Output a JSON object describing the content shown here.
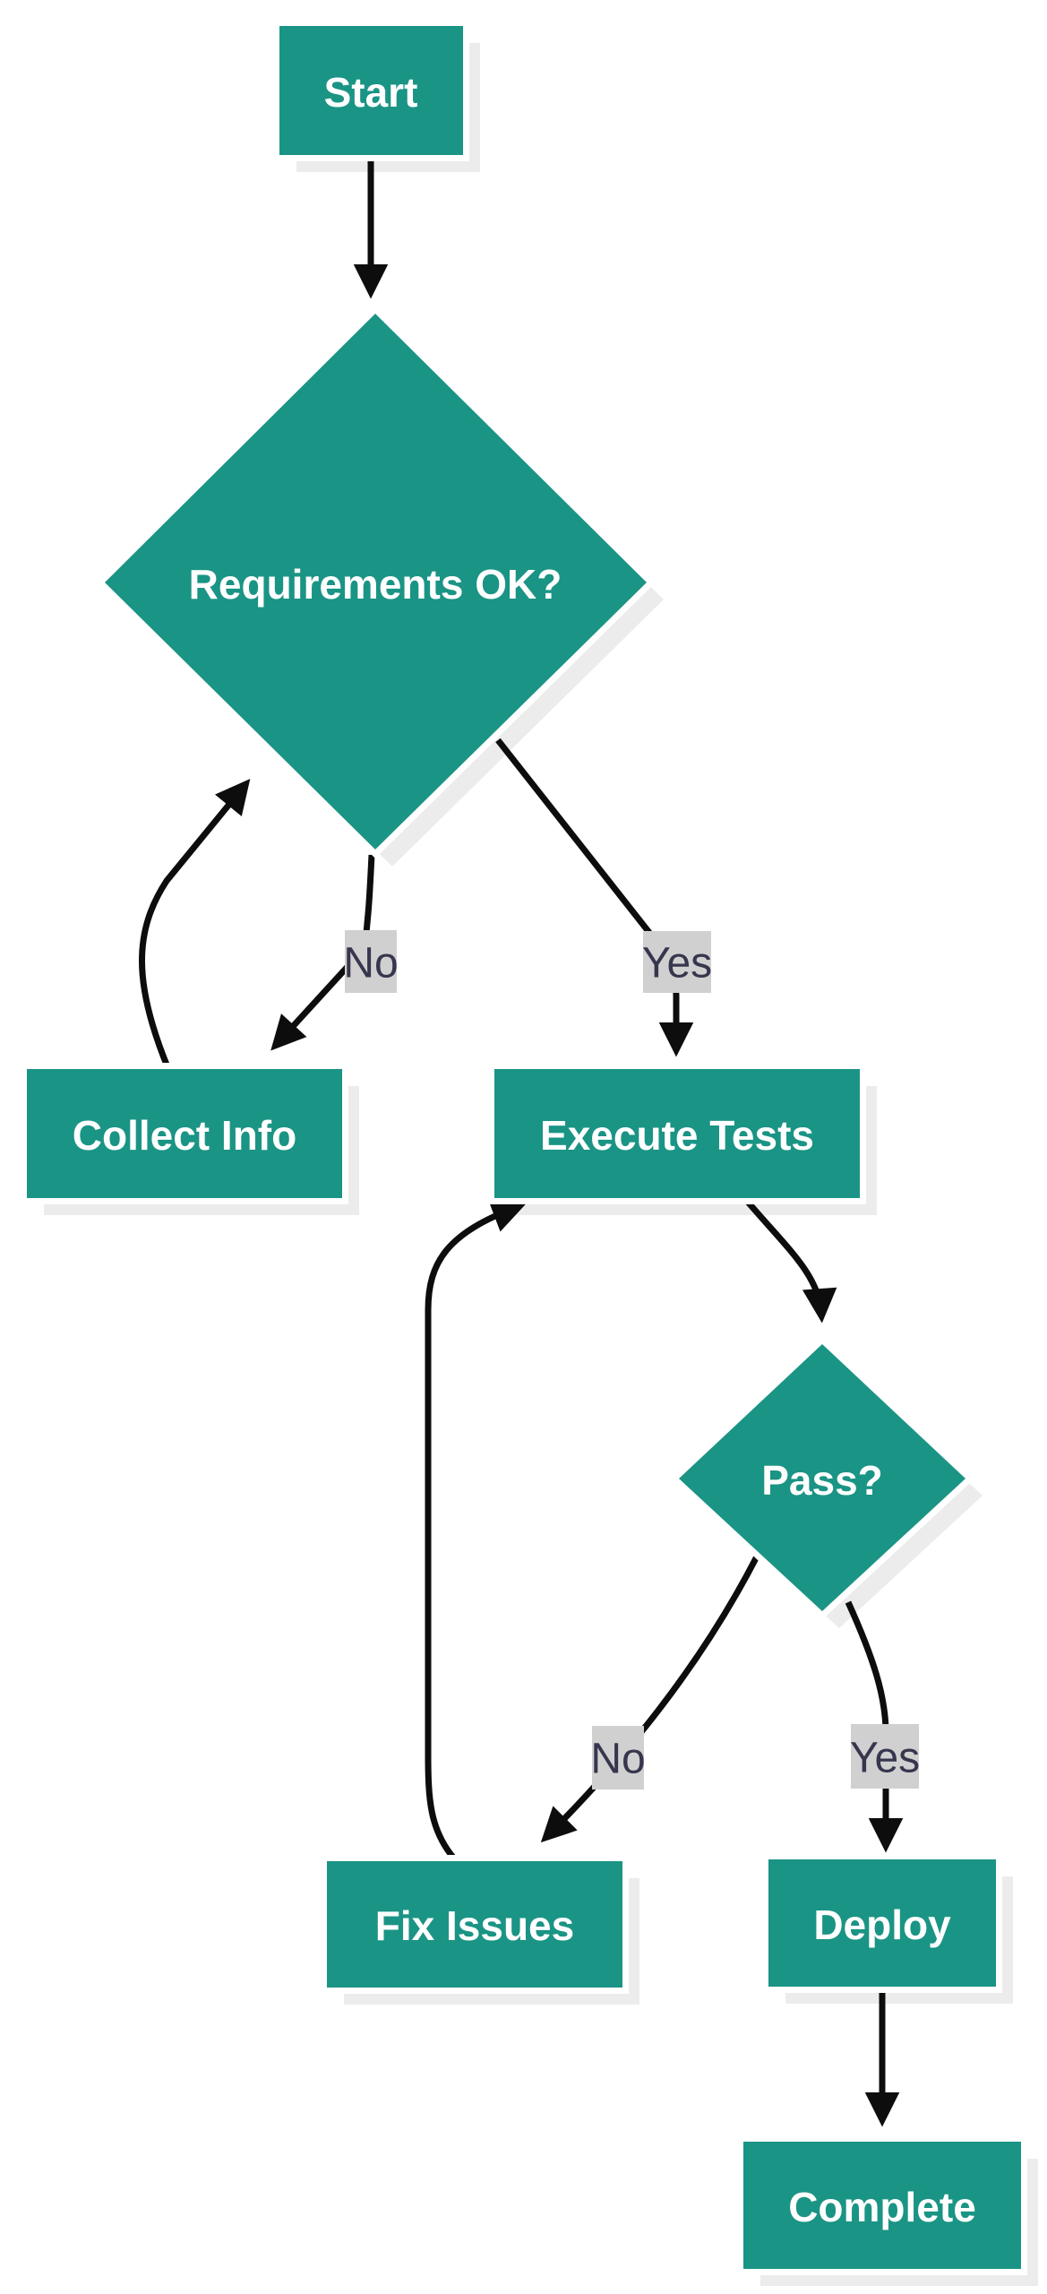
{
  "diagram": {
    "type": "flowchart",
    "direction": "top-down",
    "nodes": [
      {
        "id": "start",
        "label": "Start",
        "shape": "rectangle"
      },
      {
        "id": "requirements",
        "label": "Requirements OK?",
        "shape": "diamond"
      },
      {
        "id": "collect",
        "label": "Collect Info",
        "shape": "rectangle"
      },
      {
        "id": "execute",
        "label": "Execute Tests",
        "shape": "rectangle"
      },
      {
        "id": "pass",
        "label": "Pass?",
        "shape": "diamond"
      },
      {
        "id": "fix",
        "label": "Fix Issues",
        "shape": "rectangle"
      },
      {
        "id": "deploy",
        "label": "Deploy",
        "shape": "rectangle"
      },
      {
        "id": "complete",
        "label": "Complete",
        "shape": "rectangle"
      }
    ],
    "edges": [
      {
        "from": "start",
        "to": "requirements",
        "label": ""
      },
      {
        "from": "requirements",
        "to": "collect",
        "label": "No"
      },
      {
        "from": "collect",
        "to": "requirements",
        "label": ""
      },
      {
        "from": "requirements",
        "to": "execute",
        "label": "Yes"
      },
      {
        "from": "execute",
        "to": "pass",
        "label": ""
      },
      {
        "from": "pass",
        "to": "fix",
        "label": "No"
      },
      {
        "from": "pass",
        "to": "deploy",
        "label": "Yes"
      },
      {
        "from": "fix",
        "to": "execute",
        "label": ""
      },
      {
        "from": "deploy",
        "to": "complete",
        "label": ""
      }
    ],
    "theme": {
      "node_fill": "#1A9485",
      "node_text": "#FFFFFF",
      "edge_color": "#0D0D0D",
      "label_bg": "#D0D0D0",
      "label_text": "#36364E",
      "shadow": "#ECECEC",
      "background": "#FFFFFF"
    }
  }
}
